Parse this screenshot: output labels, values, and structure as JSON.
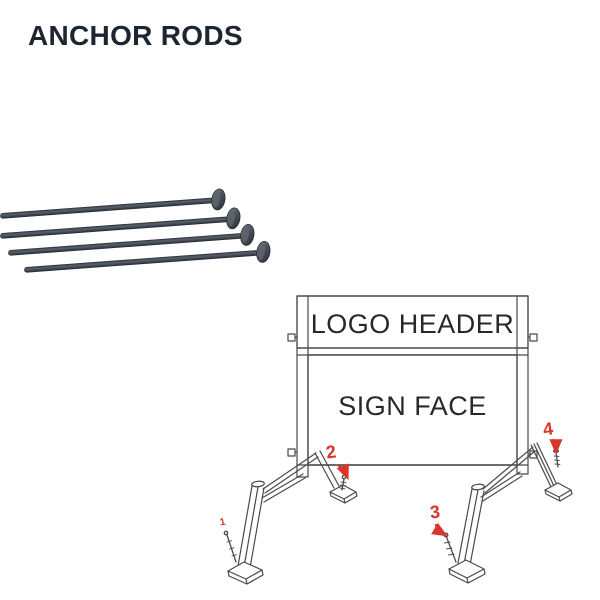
{
  "title": "ANCHOR RODS",
  "colors": {
    "title": "#1d2531",
    "diagram_line": "#4a4a4a",
    "callout_red": "#d8362a",
    "rod_steel_dark": "#262b33",
    "rod_steel_mid": "#5a616b",
    "background": "#ffffff"
  },
  "rods_photo": {
    "description": "four steel anchor rods with dome heads, laid diagonally"
  },
  "diagram": {
    "description": "portable sign stand line drawing with anchor rod locations",
    "logo_header_label": "LOGO HEADER",
    "sign_face_label": "SIGN FACE",
    "callouts": [
      {
        "number": "1"
      },
      {
        "number": "2"
      },
      {
        "number": "3"
      },
      {
        "number": "4"
      }
    ]
  }
}
